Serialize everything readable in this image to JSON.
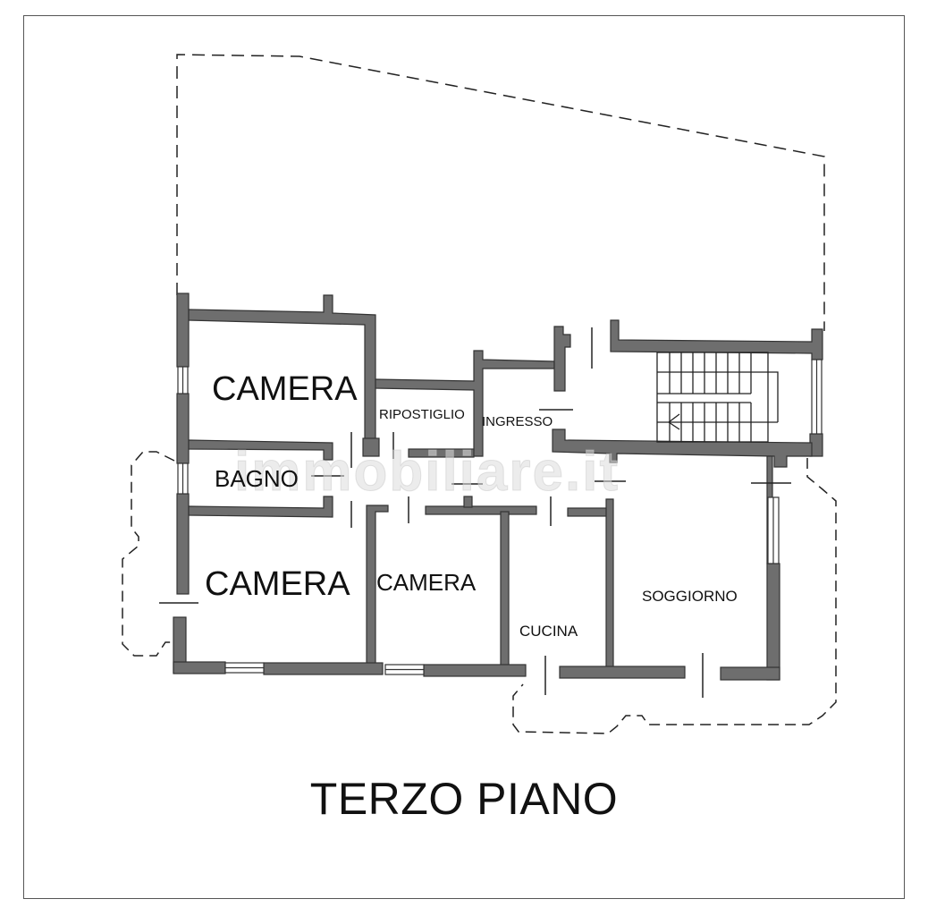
{
  "plan": {
    "title": "TERZO PIANO",
    "watermark": "immobiliare.it",
    "wall_color": "#6e6e6e",
    "wall_stroke": "#333333",
    "rooms": [
      {
        "id": "camera-1",
        "label": "CAMERA"
      },
      {
        "id": "ripostiglio",
        "label": "RIPOSTIGLIO"
      },
      {
        "id": "ingresso",
        "label": "INGRESSO"
      },
      {
        "id": "bagno",
        "label": "BAGNO"
      },
      {
        "id": "camera-2",
        "label": "CAMERA"
      },
      {
        "id": "camera-3",
        "label": "CAMERA"
      },
      {
        "id": "cucina",
        "label": "CUCINA"
      },
      {
        "id": "soggiorno",
        "label": "SOGGIORNO"
      }
    ]
  }
}
